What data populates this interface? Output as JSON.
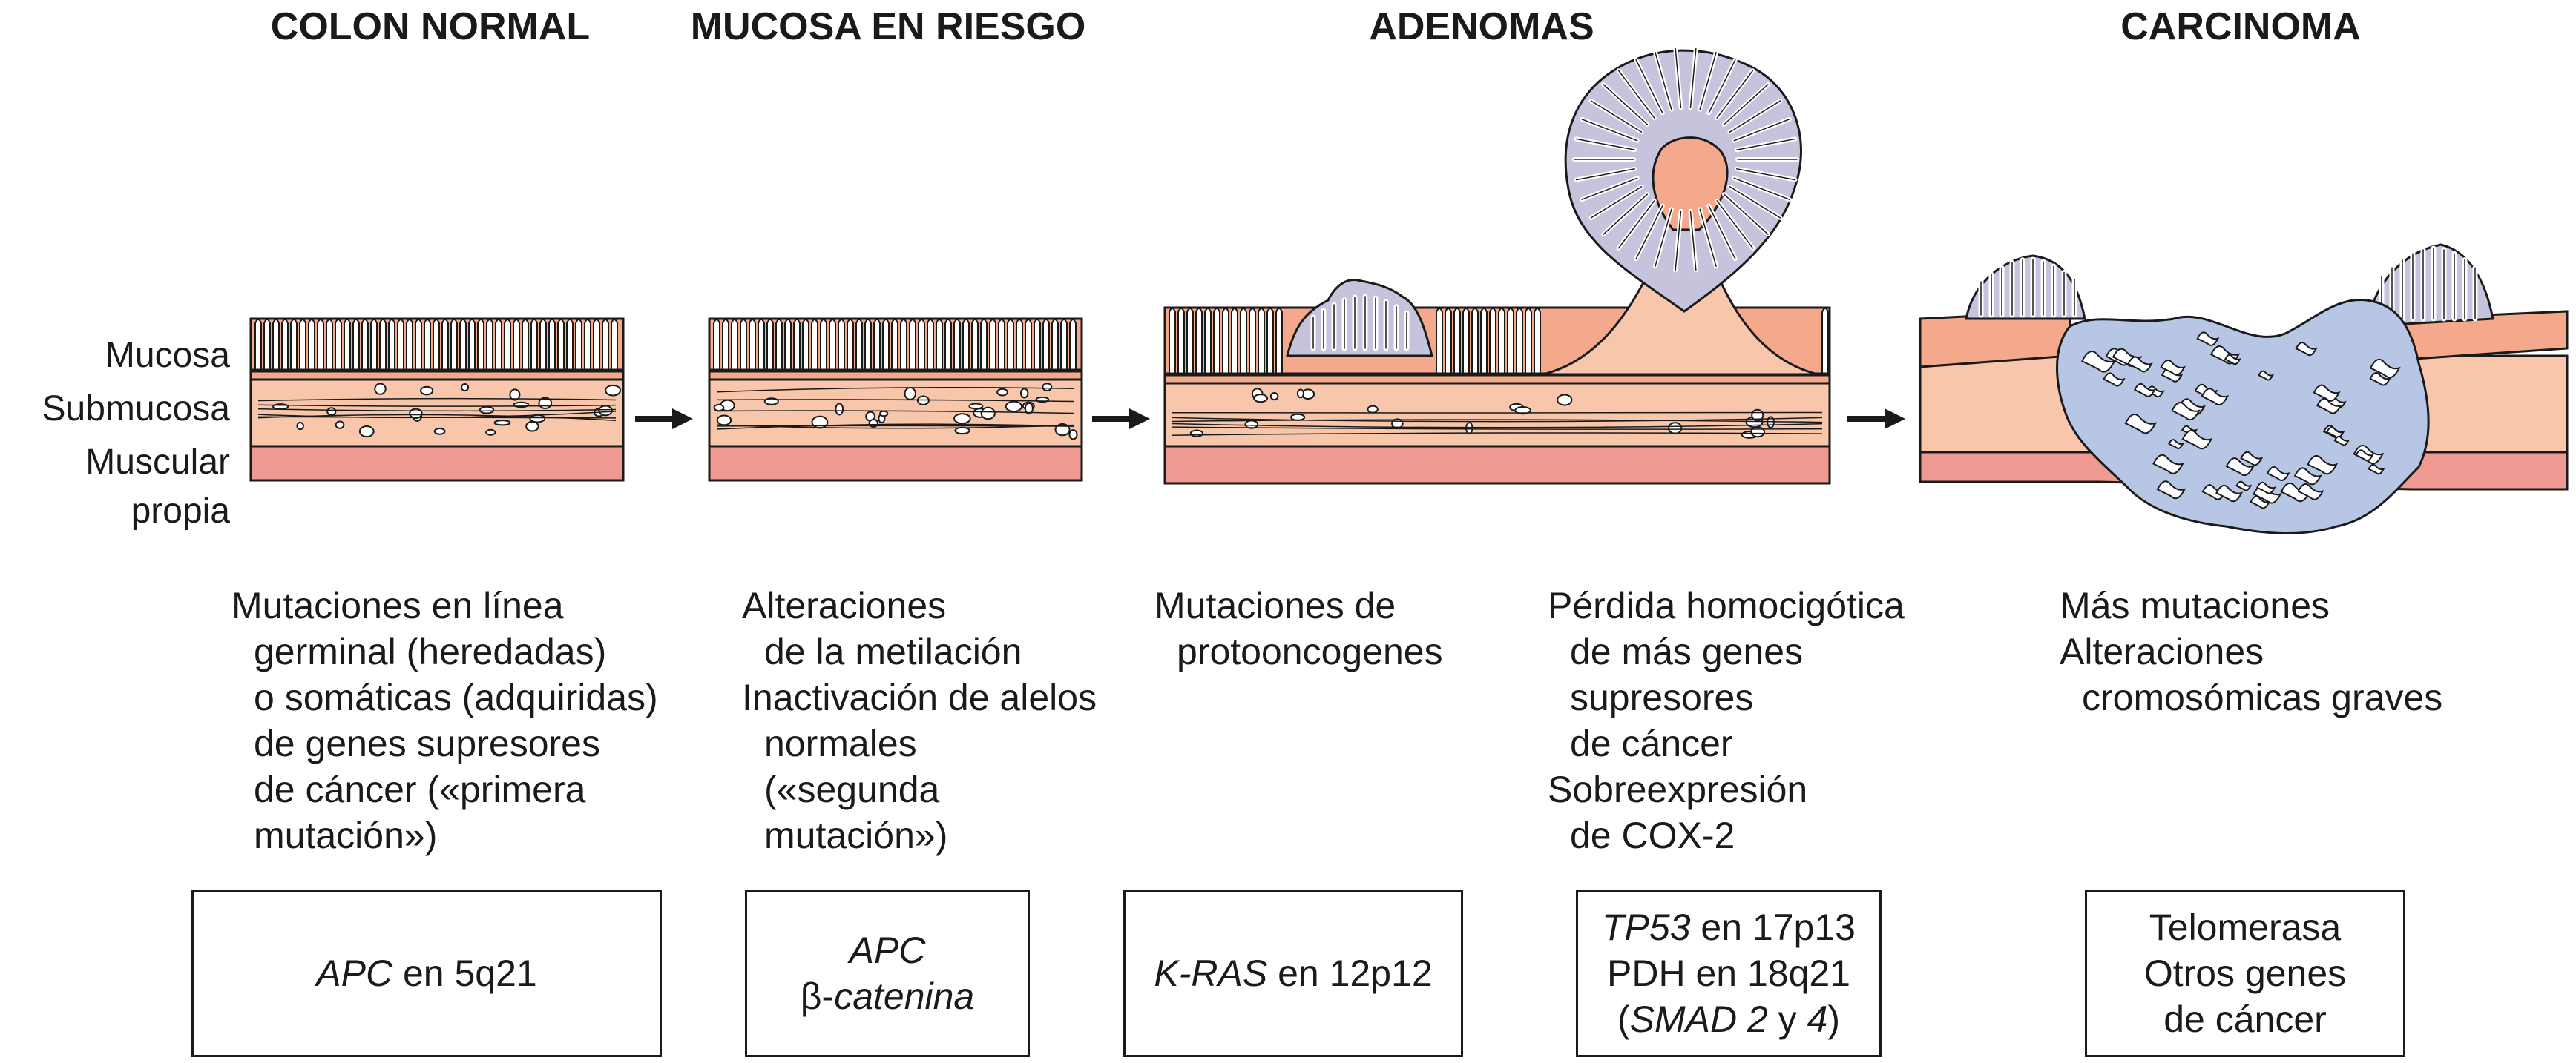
{
  "stages": [
    {
      "title": "COLON NORMAL"
    },
    {
      "title": "MUCOSA EN RIESGO"
    },
    {
      "title": "ADENOMAS"
    },
    {
      "title": "CARCINOMA"
    }
  ],
  "layers": {
    "mucosa": "Mucosa",
    "submucosa": "Submucosa",
    "muscular_1": "Muscular",
    "muscular_2": "propia"
  },
  "descriptions": [
    [
      "Mutaciones en línea",
      "germinal (heredadas)",
      "o somáticas (adquiridas)",
      "de genes supresores",
      "de cáncer («primera",
      "mutación»)"
    ],
    [
      "Alteraciones",
      "de la metilación",
      "Inactivación de alelos",
      "normales",
      "(«segunda",
      "mutación»)"
    ],
    [
      "Mutaciones de",
      "protooncogenes"
    ],
    [
      "Pérdida homocigótica",
      "de más genes",
      "supresores",
      "de cáncer",
      "Sobreexpresión",
      "de COX-2"
    ],
    [
      "Más mutaciones",
      "Alteraciones",
      "cromosómicas graves"
    ]
  ],
  "genes": {
    "box1": {
      "gene": "APC",
      "rest": " en 5q21"
    },
    "box2": {
      "line1": "APC",
      "beta": "β-",
      "line2": "catenina"
    },
    "box3": {
      "gene": "K-RAS",
      "rest": " en 12p12"
    },
    "box4": {
      "l1_gene": "TP53",
      "l1_rest": " en 17p13",
      "l2": "PDH en 18q21",
      "l3_a": "(",
      "l3_smad": "SMAD 2",
      "l3_y": " y ",
      "l3_4": "4",
      "l3_b": ")"
    },
    "box5": {
      "l1": "Telomerasa",
      "l2": "Otros genes",
      "l3": "de cáncer"
    }
  },
  "colors": {
    "mucosa": "#f4a98c",
    "submucosa": "#f7c6ab",
    "muscularis": "#ee9a93",
    "adenoma": "#c6c3dc",
    "carcinoma": "#b8c6e6",
    "outline": "#1a1a1a"
  }
}
